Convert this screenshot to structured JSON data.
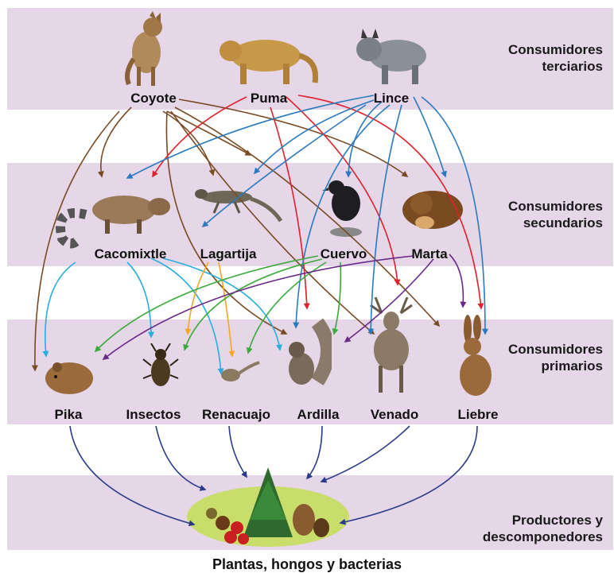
{
  "tiers": {
    "tertiary": "Consumidores\nterciarios",
    "secondary": "Consumidores\nsecundarios",
    "primary": "Consumidores\nprimarios",
    "producers": "Productores y\ndescomponedores"
  },
  "animals": {
    "coyote": "Coyote",
    "puma": "Puma",
    "lince": "Lince",
    "cacomixtle": "Cacomixtle",
    "lagartija": "Lagartija",
    "cuervo": "Cuervo",
    "marta": "Marta",
    "pika": "Pika",
    "insectos": "Insectos",
    "renacuajo": "Renacuajo",
    "ardilla": "Ardilla",
    "venado": "Venado",
    "liebre": "Liebre"
  },
  "producers_label": "Plantas, hongos y bacterias",
  "colors": {
    "band": "#e5d6e8",
    "coyote_arrows": "#7a4a23",
    "puma_arrows": "#e0202a",
    "lince_arrows": "#2a7ac0",
    "cacomixtle_arrows": "#27aee0",
    "lagartija_arrows": "#f5a623",
    "cuervo_arrows": "#3aaa3a",
    "marta_arrows": "#6a2a8a",
    "primary_arrows": "#2a3a8a"
  }
}
